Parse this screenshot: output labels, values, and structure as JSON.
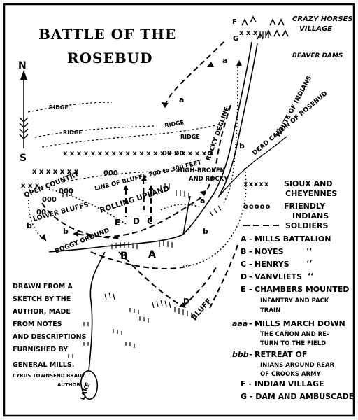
{
  "title_line1": "BATTLE OF THE",
  "title_line2": "ROSEBUD",
  "north_letter": "N",
  "south_letter": "S",
  "map_labels": {
    "crazy_horse_village_1": "CRAZY HORSES",
    "crazy_horse_village_2": "VILLAGE",
    "beaver_dams": "BEAVER DAMS",
    "route_of_indians": "ROUTE OF INDIANS",
    "dead_canon": "DEAD CAÑON OF ROSEBUD",
    "rocky_decline": "ROCKY DECLINE",
    "ridge": "RIDGE",
    "open_country": "OPEN COUNTRY",
    "lower_bluffs": "LOWER BLUFFS",
    "line_of_bluffs": "LINE OF BLUFFS 200 to 300 FEET",
    "high_broken": "HIGH-BROKEN",
    "and_rocky": "AND ROCKY",
    "rolling_upland": "ROLLING UPLAND",
    "boggy_ground": "BOGGY GROUND",
    "bluff": "BLUFF",
    "lake": "LAKE",
    "F": "F",
    "G": "G",
    "A": "A",
    "B": "B",
    "C": "C",
    "D": "D",
    "E": "E",
    "a": "a",
    "b": "b"
  },
  "legend": {
    "sioux_symbol": "xxxxx",
    "sioux_1": "SIOUX AND",
    "sioux_2": "CHEYENNES",
    "friendly_symbol": "ooooo",
    "friendly_1": "FRIENDLY",
    "friendly_2": "INDIANS",
    "soldiers": "SOLDIERS",
    "items": [
      {
        "key": "A",
        "text": "MILLS BATTALION"
      },
      {
        "key": "B",
        "text": "NOYES"
      },
      {
        "key": "C",
        "text": "HENRYS"
      },
      {
        "key": "D",
        "text": "VANVLIETS"
      },
      {
        "key": "E",
        "text": "CHAMBERS MOUNTED"
      }
    ],
    "e_line2": "INFANTRY AND PACK",
    "e_line3": "TRAIN",
    "aaa_key": "aaa",
    "aaa_1": "MILLS MARCH DOWN",
    "aaa_2": "THE CAÑON AND RE-",
    "aaa_3": "TURN TO THE FIELD",
    "bbb_key": "bbb",
    "bbb_1": "RETREAT OF",
    "bbb_2": "INIANS AROUND REAR",
    "bbb_3": "OF CROOKS ARMY",
    "f_item": "F - INDIAN VILLAGE",
    "g_item": "G - DAM AND AMBUSCADE"
  },
  "source_note": {
    "line1": "DRAWN FROM A",
    "line2": "SKETCH BY THE",
    "line3": "AUTHOR, MADE",
    "line4": "FROM NOTES",
    "line5": "AND DESCRIPTIONS",
    "line6": "FURNISHED BY",
    "line7": "GENERAL MILLS.",
    "line8": "CYRUS TOWNSEND BRADY,",
    "line9": "AUTHOR."
  }
}
